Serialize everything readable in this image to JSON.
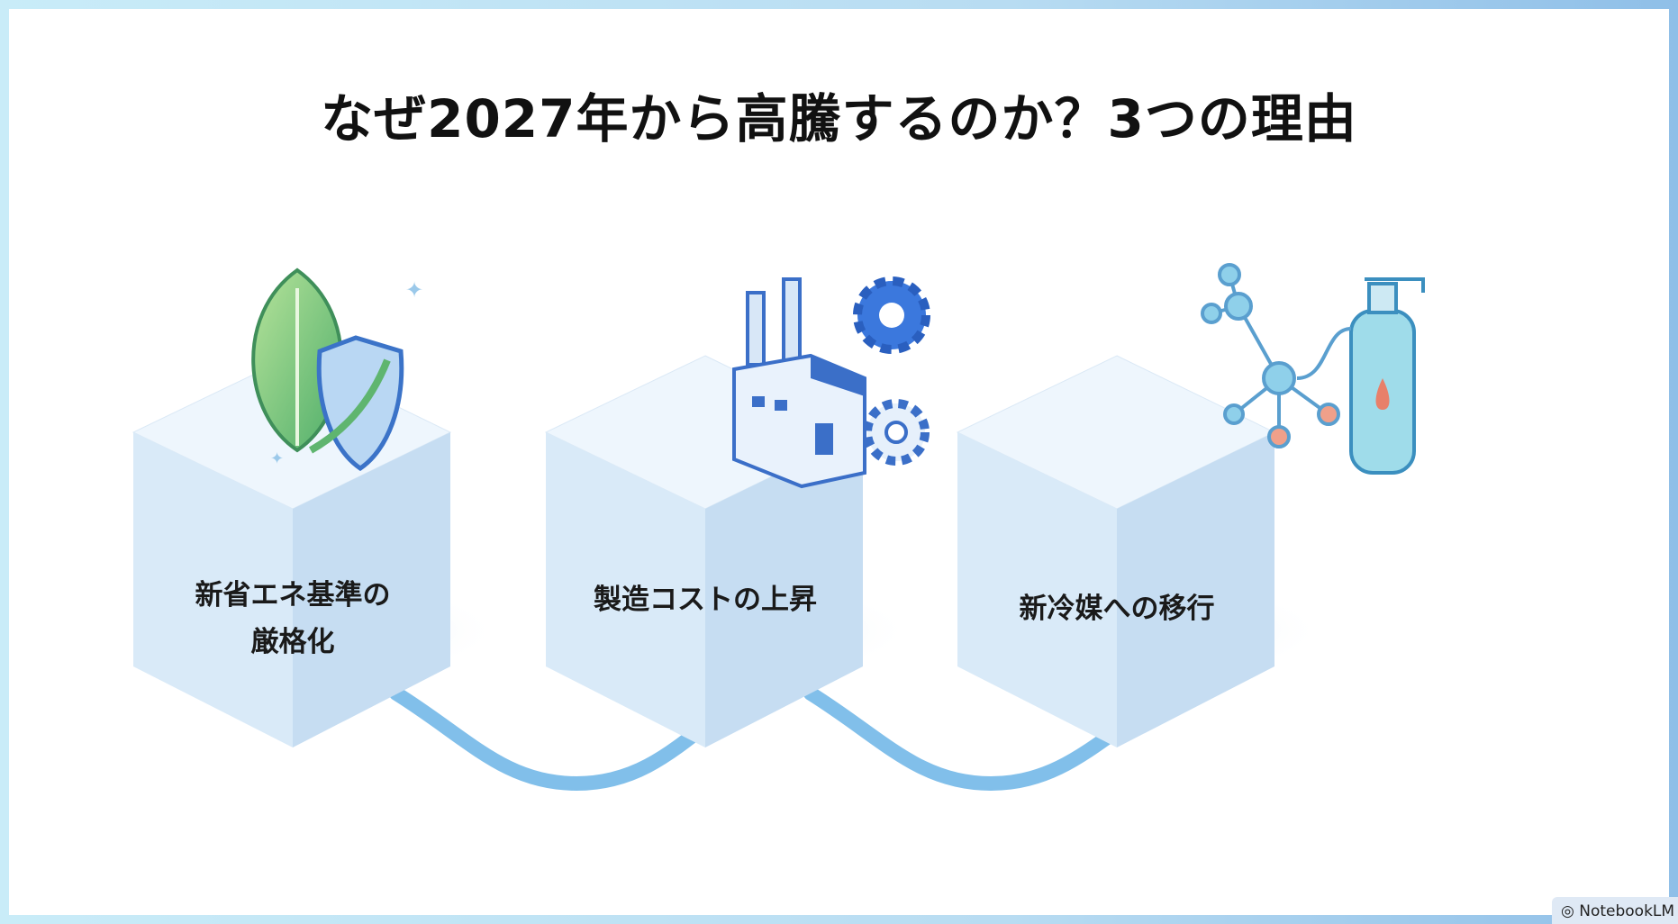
{
  "title": "なぜ2027年から高騰するのか？3つの理由",
  "reasons": [
    {
      "label_line1": "新省エネ基準の",
      "label_line2": "厳格化",
      "icon": "leaf-shield-icon"
    },
    {
      "label_line1": "製造コストの上昇",
      "label_line2": "",
      "icon": "factory-gears-icon"
    },
    {
      "label_line1": "新冷媒への移行",
      "label_line2": "",
      "icon": "molecule-gas-cylinder-icon"
    }
  ],
  "badge": "NotebookLM",
  "colors": {
    "accent": "#5aa9e0",
    "cube_top": "#eef6fd",
    "cube_left": "#d7e8f7",
    "cube_right": "#c6ddf2",
    "icon_blue": "#2f6fd6"
  }
}
